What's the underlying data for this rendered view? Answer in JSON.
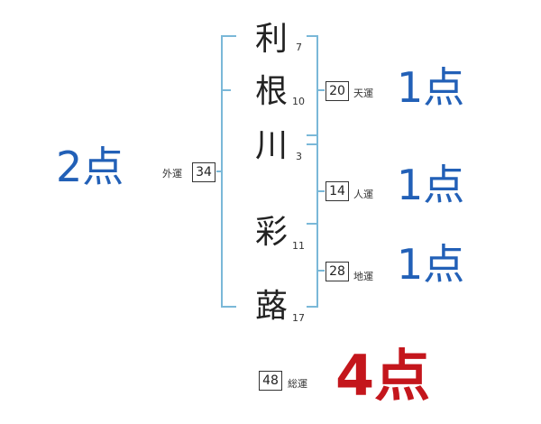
{
  "name": {
    "chars": [
      {
        "char": "利",
        "strokes": "7"
      },
      {
        "char": "根",
        "strokes": "10"
      },
      {
        "char": "川",
        "strokes": "3"
      },
      {
        "char": "彩",
        "strokes": "11"
      },
      {
        "char": "蕗",
        "strokes": "17"
      }
    ]
  },
  "fortunes": {
    "gaiun": {
      "label": "外運",
      "value": "34",
      "score": "2点"
    },
    "tenun": {
      "label": "天運",
      "value": "20",
      "score": "1点"
    },
    "jinun": {
      "label": "人運",
      "value": "14",
      "score": "1点"
    },
    "chiun": {
      "label": "地運",
      "value": "28",
      "score": "1点"
    },
    "souun": {
      "label": "総運",
      "value": "48",
      "score": "4点"
    }
  },
  "colors": {
    "bracket": "#7ab8d8",
    "score_blue": "#2260b7",
    "score_red": "#c4161c"
  }
}
